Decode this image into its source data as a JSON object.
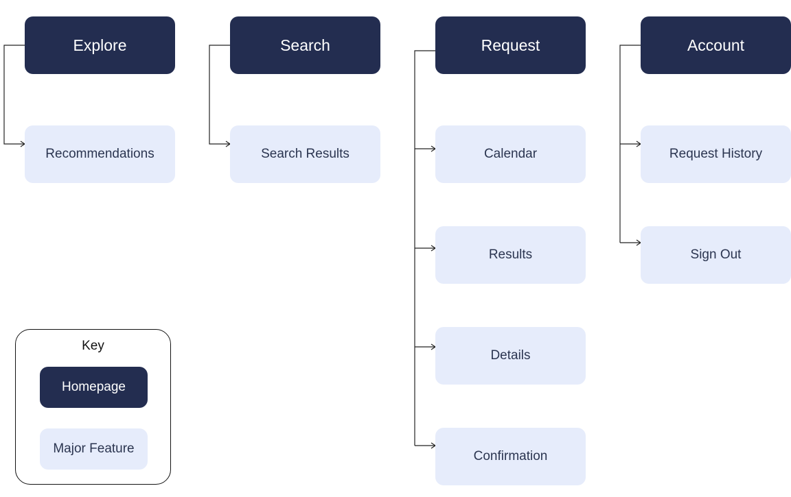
{
  "colors": {
    "homepage": "#232d50",
    "major_feature": "#e6ecfb",
    "connector": "#222222"
  },
  "columns": [
    {
      "homepage": "Explore",
      "features": [
        "Recommendations"
      ]
    },
    {
      "homepage": "Search",
      "features": [
        "Search Results"
      ]
    },
    {
      "homepage": "Request",
      "features": [
        "Calendar",
        "Results",
        "Details",
        "Confirmation"
      ]
    },
    {
      "homepage": "Account",
      "features": [
        "Request History",
        "Sign Out"
      ]
    }
  ],
  "key": {
    "title": "Key",
    "homepage_label": "Homepage",
    "feature_label": "Major Feature"
  }
}
